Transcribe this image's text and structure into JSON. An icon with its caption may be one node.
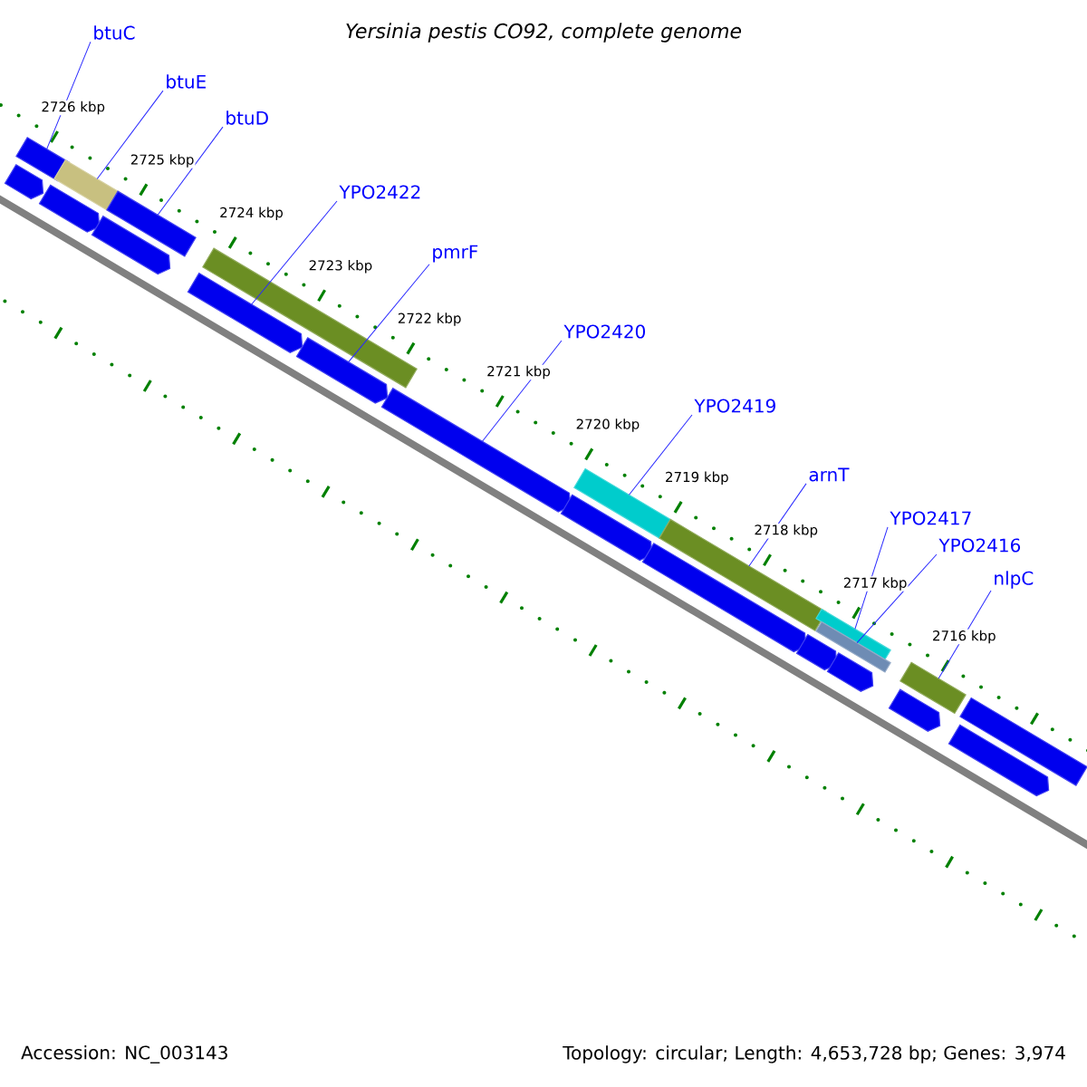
{
  "diagram": {
    "title": "Yersinia pestis CO92, complete genome",
    "nodes": [
      {
        "text": [
          "btuC"
        ]
      },
      {
        "text": [
          "btuE"
        ]
      },
      {
        "text": [
          "btuD"
        ]
      },
      {
        "text": [
          "YPO2422"
        ]
      },
      {
        "text": [
          "pmrF"
        ]
      },
      {
        "text": [
          "YPO2420"
        ]
      },
      {
        "text": [
          "YPO2419"
        ]
      },
      {
        "text": [
          "arnT"
        ]
      },
      {
        "text": [
          "YPO2417"
        ]
      },
      {
        "text": [
          "YPO2416"
        ]
      },
      {
        "text": [
          "nlpC"
        ]
      },
      {
        "text": [],
        "shape": "bar"
      },
      {
        "text": [],
        "shape": "pentagon"
      },
      {
        "text": [],
        "shape": "pentagon"
      },
      {
        "text": [],
        "shape": "bar"
      },
      {
        "text": [],
        "shape": "pentagon"
      },
      {
        "text": [],
        "shape": "bar"
      },
      {
        "text": [],
        "shape": "pentagon"
      },
      {
        "text": [],
        "shape": "bar"
      },
      {
        "text": [],
        "shape": "pentagon"
      },
      {
        "text": [],
        "shape": "pentagon"
      },
      {
        "text": [],
        "shape": "pentagon"
      },
      {
        "text": [],
        "shape": "bar"
      },
      {
        "text": [],
        "shape": "pentagon"
      },
      {
        "text": [],
        "shape": "bar"
      },
      {
        "text": [],
        "shape": "pentagon"
      },
      {
        "text": [],
        "shape": "bar"
      },
      {
        "text": [],
        "shape": "bar"
      },
      {
        "text": [],
        "shape": "pentagon"
      },
      {
        "text": [],
        "shape": "pentagon"
      },
      {
        "text": [],
        "shape": "bar"
      },
      {
        "text": [],
        "shape": "pentagon"
      },
      {
        "text": [],
        "shape": "bar"
      }
    ],
    "edges": [
      {
        "from": 0,
        "to": 11,
        "arrow": "none"
      },
      {
        "from": 1,
        "to": 14,
        "arrow": "none"
      },
      {
        "from": 2,
        "to": 16,
        "arrow": "none"
      },
      {
        "from": 3,
        "to": 17,
        "arrow": "none"
      },
      {
        "from": 4,
        "to": 19,
        "arrow": "none"
      },
      {
        "from": 5,
        "to": 20,
        "arrow": "none"
      },
      {
        "from": 6,
        "to": 22,
        "arrow": "none"
      },
      {
        "from": 7,
        "to": 24,
        "arrow": "none"
      },
      {
        "from": 8,
        "to": 26,
        "arrow": "none"
      },
      {
        "from": 9,
        "to": 27,
        "arrow": "none"
      },
      {
        "from": 10,
        "to": 30,
        "arrow": "none"
      }
    ],
    "labels": [
      "2726 kbp",
      "2725 kbp",
      "2724 kbp",
      "2723 kbp",
      "2722 kbp",
      "2721 kbp",
      "2720 kbp",
      "2719 kbp",
      "2718 kbp",
      "2717 kbp",
      "2716 kbp",
      "Accession: NC_003143",
      "Topology: circular; Length: 4,653,728 bp; Genes: 3,974"
    ]
  }
}
